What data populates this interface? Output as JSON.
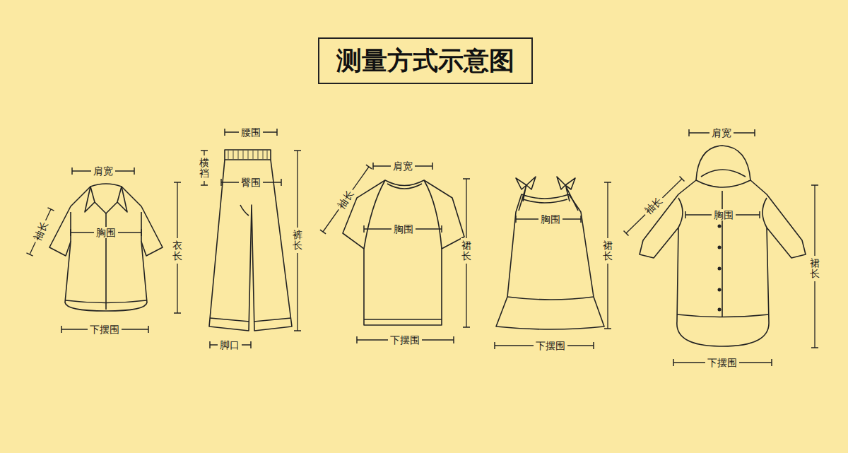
{
  "diagram": {
    "title": "测量方式示意图",
    "labels": [
      "肩宽",
      "袖长",
      "胸围",
      "衣长",
      "下摆围",
      "腰围",
      "横裆",
      "臀围",
      "裤长",
      "脚口",
      "肩宽",
      "袖长",
      "胸围",
      "裙长",
      "下摆围",
      "胸围",
      "裙长",
      "下摆围",
      "肩宽",
      "袖长",
      "胸围",
      "裙长",
      "下摆围"
    ]
  }
}
